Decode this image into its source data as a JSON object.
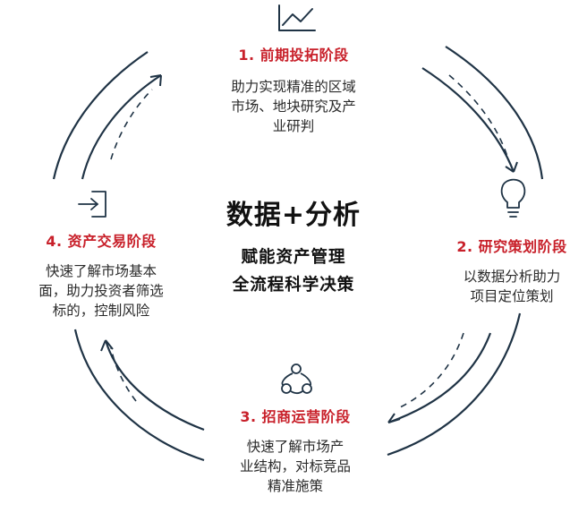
{
  "center": {
    "title": "数据+分析",
    "subtitle_line1": "赋能资产管理",
    "subtitle_line2": "全流程科学决策"
  },
  "stages": [
    {
      "title": "1. 前期投拓阶段",
      "desc": [
        "助力实现精准的区域",
        "市场、地块研究及产",
        "业研判"
      ],
      "icon": "trend-chart-icon"
    },
    {
      "title": "2. 研究策划阶段",
      "desc": [
        "以数据分析助力",
        "项目定位策划"
      ],
      "icon": "lightbulb-icon"
    },
    {
      "title": "3. 招商运营阶段",
      "desc": [
        "快速了解市场产",
        "业结构，对标竞品",
        "精准施策"
      ],
      "icon": "network-icon"
    },
    {
      "title": "4. 资产交易阶段",
      "desc": [
        "快速了解市场基本",
        "面，助力投资者筛选",
        "标的，控制风险"
      ],
      "icon": "login-arrow-icon"
    }
  ],
  "colors": {
    "arc": "#1f3345",
    "stage_title": "#c8202a",
    "text": "#2b2b2b"
  }
}
